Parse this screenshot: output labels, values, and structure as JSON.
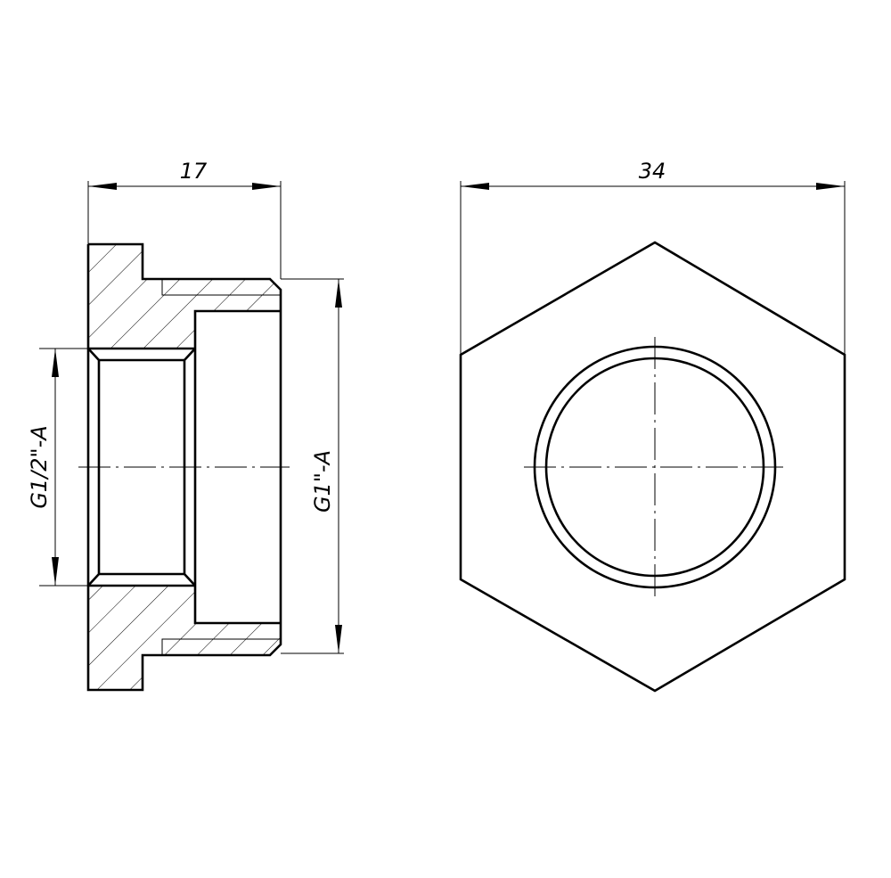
{
  "dimensions": {
    "length": "17",
    "across_flats": "34",
    "inner_thread": "G1/2\"-A",
    "outer_thread": "G1\"-A"
  },
  "colors": {
    "line": "#000000",
    "background": "#ffffff"
  }
}
